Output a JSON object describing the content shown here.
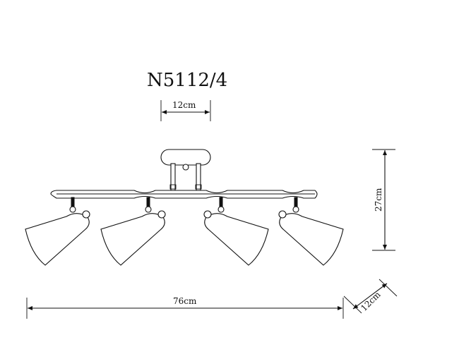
{
  "drawing": {
    "model": "N5112/4",
    "dimensions": {
      "canopy_width": "12cm",
      "height": "27cm",
      "length": "76cm",
      "depth": "12cm"
    },
    "spotlight_count": 4
  }
}
